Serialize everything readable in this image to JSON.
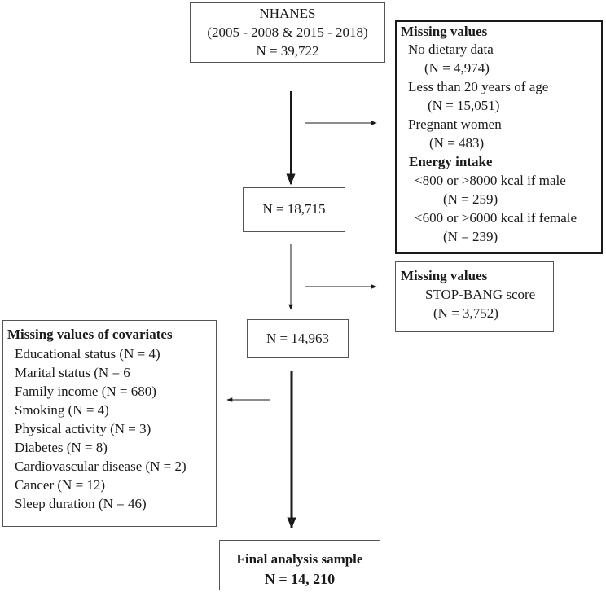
{
  "top": {
    "lines": [
      "NHANES",
      "(2005 - 2008 & 2015 - 2018)",
      "N =  39,722"
    ]
  },
  "missing1": {
    "title": "Missing values",
    "items": [
      "No dietary data",
      "(N = 4,974)",
      "Less than 20 years of age",
      "(N =  15,051)",
      "Pregnant women",
      "(N = 483)"
    ],
    "energy_title": "Energy intake",
    "energy_items": [
      "<800 or >8000 kcal if male",
      "(N = 259)",
      "<600 or >6000 kcal if female",
      "(N = 239)"
    ]
  },
  "n2": {
    "text": "N = 18,715"
  },
  "missing2": {
    "title": "Missing values",
    "items": [
      "STOP-BANG score",
      "(N = 3,752)"
    ]
  },
  "n3": {
    "text": "N = 14,963"
  },
  "covariates": {
    "title": "Missing values of covariates",
    "items": [
      "Educational status (N = 4)",
      "Marital status (N = 6",
      "Family income (N = 680)",
      "Smoking (N = 4)",
      "Physical activity (N = 3)",
      "Diabetes (N = 8)",
      "Cardiovascular disease (N = 2)",
      "Cancer (N = 12)",
      "Sleep duration (N = 46)"
    ]
  },
  "final": {
    "title": "Final analysis sample",
    "n": "N = 14, 210"
  }
}
